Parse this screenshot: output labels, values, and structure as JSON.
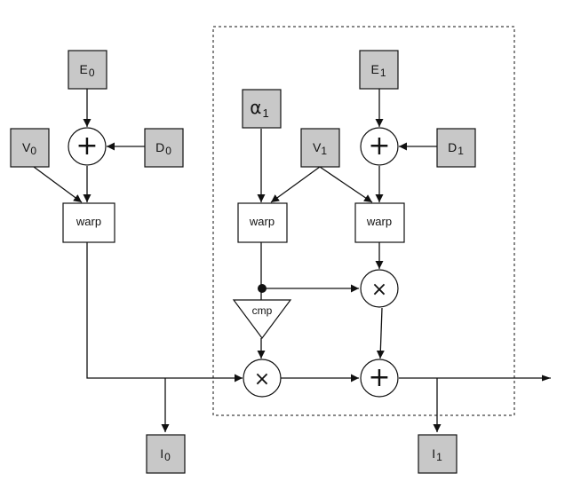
{
  "nodes": {
    "e0": {
      "main": "E",
      "sub": "0"
    },
    "e1": {
      "main": "E",
      "sub": "1"
    },
    "d0": {
      "main": "D",
      "sub": "0"
    },
    "d1": {
      "main": "D",
      "sub": "1"
    },
    "v0": {
      "main": "V",
      "sub": "0"
    },
    "v1": {
      "main": "V",
      "sub": "1"
    },
    "alpha1": {
      "main": "α",
      "sub": "1"
    },
    "i0": {
      "main": "I",
      "sub": "0"
    },
    "i1": {
      "main": "I",
      "sub": "1"
    },
    "warp0": {
      "label": "warp"
    },
    "warp1a": {
      "label": "warp"
    },
    "warp1b": {
      "label": "warp"
    },
    "cmp": {
      "label": "cmp"
    }
  },
  "operators": {
    "plus": "+",
    "times": "×"
  },
  "colors": {
    "input_fill": "#c8c8c8",
    "stroke": "#111111",
    "background": "#ffffff"
  }
}
